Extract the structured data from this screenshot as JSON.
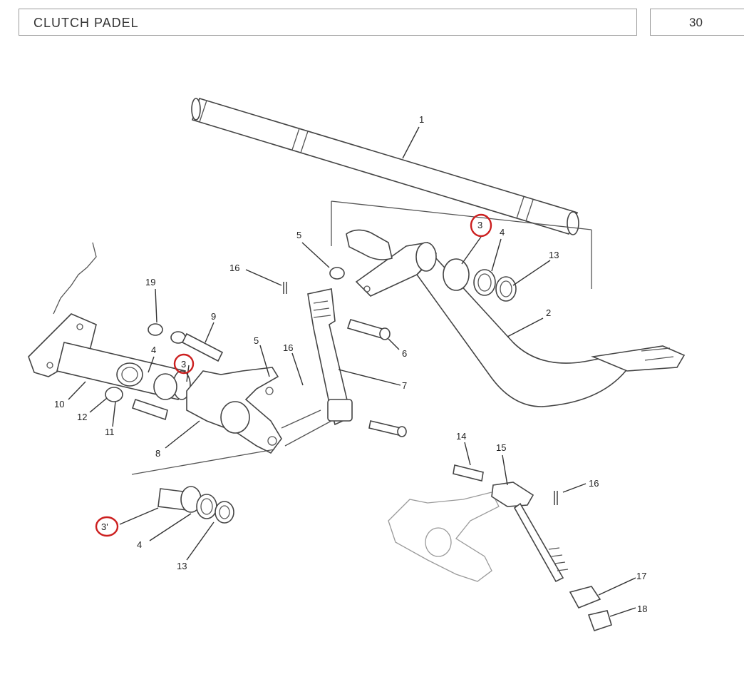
{
  "header": {
    "title": "CLUTCH  PADEL",
    "page": "30"
  },
  "labels": {
    "l1": "1",
    "l2": "2",
    "l3a": "3",
    "l4a": "4",
    "l13a": "13",
    "l5a": "5",
    "l16a": "16",
    "l19": "19",
    "l9": "9",
    "l4b": "4",
    "l3b": "3",
    "l5b": "5",
    "l16b": "16",
    "l6": "6",
    "l7": "7",
    "l10": "10",
    "l12": "12",
    "l11": "11",
    "l8": "8",
    "l3c": "3'",
    "l4c": "4",
    "l13c": "13",
    "l14": "14",
    "l15": "15",
    "l16c": "16",
    "l17": "17",
    "l18": "18"
  },
  "colors": {
    "highlight": "#cc1f1f",
    "line": "#444444"
  }
}
